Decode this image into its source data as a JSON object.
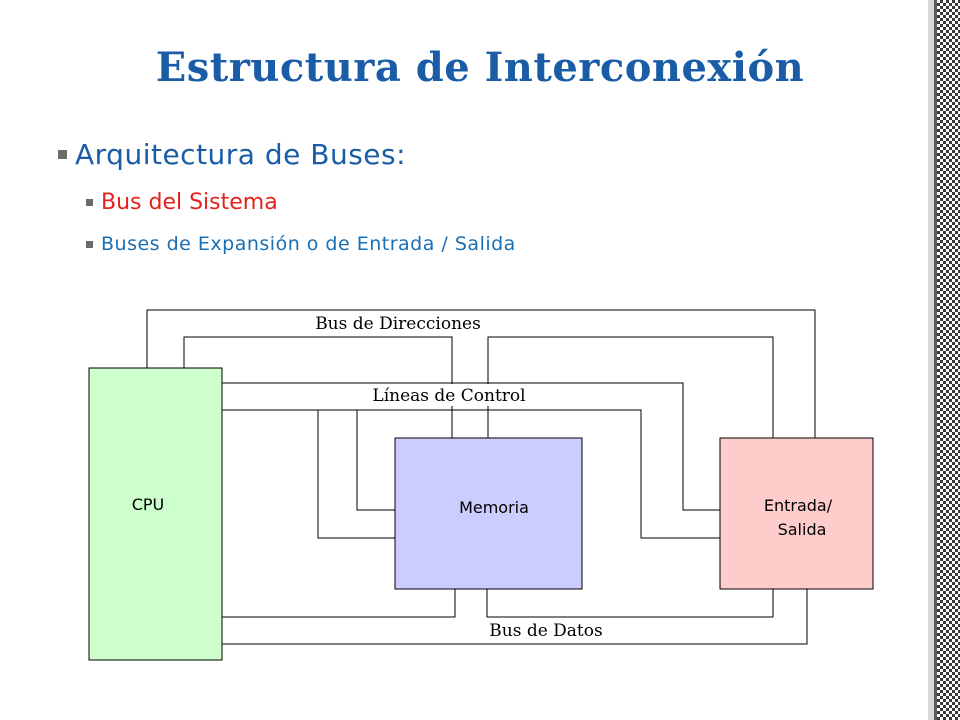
{
  "title": "Estructura de Interconexión",
  "bullets": [
    {
      "text": "Arquitectura de Buses:",
      "color": "#1a5da6"
    },
    {
      "text": "Bus del Sistema",
      "color": "#e0231c"
    },
    {
      "text": "Buses de Expansión o de Entrada / Salida",
      "color": "#1a6fb3"
    }
  ],
  "diagram": {
    "labels": {
      "address_bus": "Bus de Direcciones",
      "control_lines": "Líneas de Control",
      "data_bus": "Bus de Datos"
    },
    "boxes": {
      "cpu": {
        "label": "CPU",
        "color": "#ccffcc"
      },
      "memory": {
        "label": "Memoria",
        "color": "#ccccff"
      },
      "io": {
        "label_line1": "Entrada/",
        "label_line2": "Salida",
        "color": "#ffcccc"
      }
    }
  }
}
